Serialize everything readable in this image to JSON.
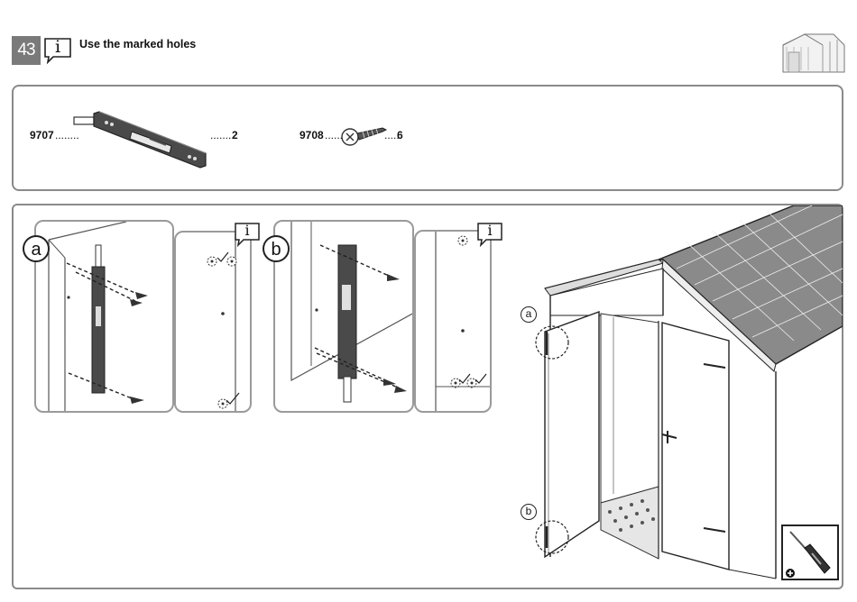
{
  "header": {
    "step_number": "43",
    "info_glyph": "i",
    "instruction": "Use the marked holes"
  },
  "parts": [
    {
      "code": "9707",
      "quantity": "2",
      "icon": "bolt-latch-icon"
    },
    {
      "code": "9708",
      "quantity": "6",
      "icon": "screw-icon"
    }
  ],
  "details": {
    "a": {
      "label": "a",
      "info_glyph": "i"
    },
    "b": {
      "label": "b",
      "info_glyph": "i"
    }
  },
  "shed_callouts": {
    "a": "a",
    "b": "b"
  },
  "tool": {
    "icon": "screwdriver-icon",
    "sign": "+"
  }
}
